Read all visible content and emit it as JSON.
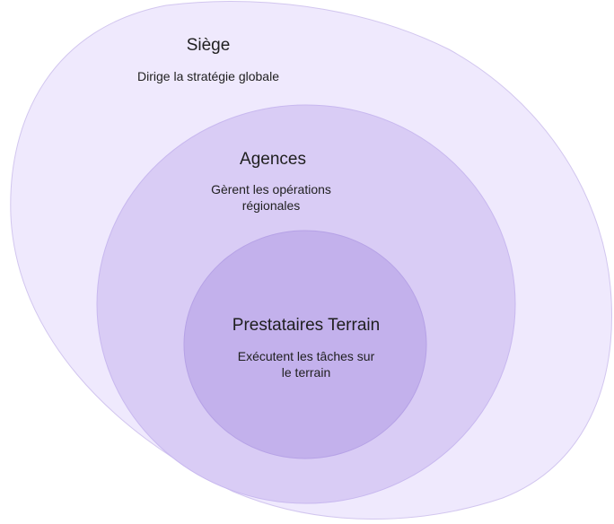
{
  "levels": [
    {
      "title": "Siège",
      "description": "Dirige la stratégie globale",
      "fill": "#efe9fd",
      "stroke": "#d2c6ef"
    },
    {
      "title": "Agences",
      "description_lines": [
        "Gèrent les opérations",
        "régionales"
      ],
      "fill": "#d9ccf5",
      "stroke": "#c8b8ef"
    },
    {
      "title": "Prestataires Terrain",
      "description_lines": [
        "Exécutent les tâches sur",
        "le terrain"
      ],
      "fill": "#c3b1ec",
      "stroke": "#b6a2e6"
    }
  ]
}
